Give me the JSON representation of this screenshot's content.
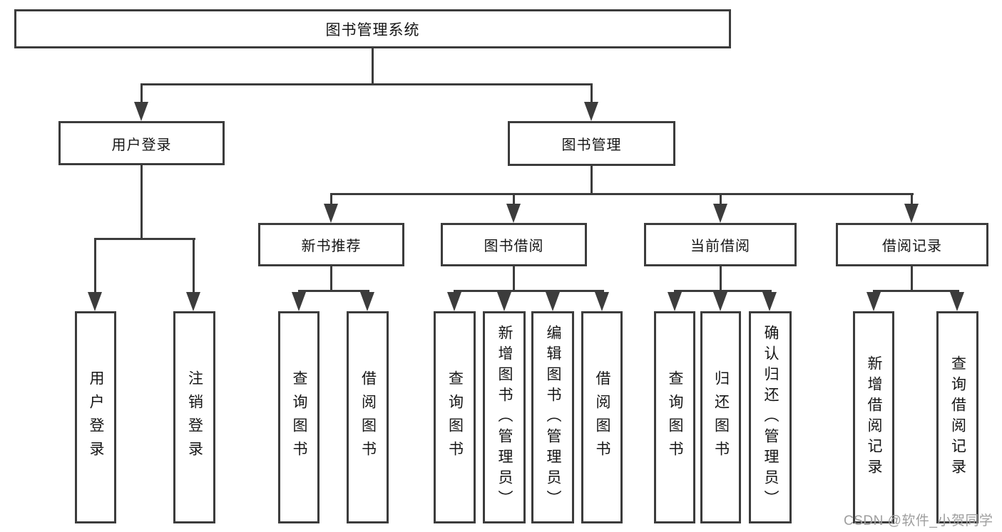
{
  "tree": {
    "root": {
      "label": "图书管理系统"
    },
    "branches": [
      {
        "label": "用户登录",
        "children": [
          {
            "label": "用户登录"
          },
          {
            "label": "注销登录"
          }
        ]
      },
      {
        "label": "图书管理",
        "children": [
          {
            "label": "新书推荐",
            "children": [
              {
                "label": "查询图书"
              },
              {
                "label": "借阅图书"
              }
            ]
          },
          {
            "label": "图书借阅",
            "children": [
              {
                "label": "查询图书"
              },
              {
                "label": "新增图书（管理员）"
              },
              {
                "label": "编辑图书（管理员）"
              },
              {
                "label": "借阅图书"
              }
            ]
          },
          {
            "label": "当前借阅",
            "children": [
              {
                "label": "查询图书"
              },
              {
                "label": "归还图书"
              },
              {
                "label": "确认归还（管理员）"
              }
            ]
          },
          {
            "label": "借阅记录",
            "children": [
              {
                "label": "新增借阅记录"
              },
              {
                "label": "查询借阅记录"
              }
            ]
          }
        ]
      }
    ]
  },
  "watermark": {
    "text": "CSDN @软件_小贺同学"
  },
  "colors": {
    "line": "#3c3c3c",
    "text": "#161616",
    "watermark": "#9e9e9e",
    "background": "#ffffff"
  }
}
